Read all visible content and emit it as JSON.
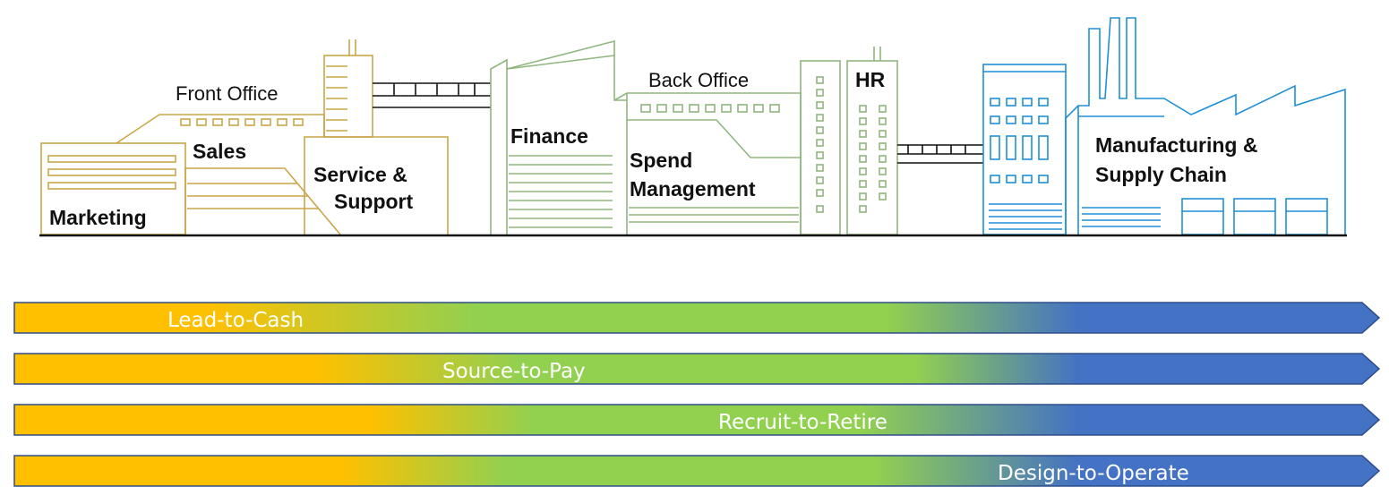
{
  "departments": {
    "front_office": "Front Office",
    "sales": "Sales",
    "marketing": "Marketing",
    "service_support_line1": "Service &",
    "service_support_line2": "Support",
    "back_office": "Back Office",
    "finance": "Finance",
    "spend_line1": "Spend",
    "spend_line2": "Management",
    "hr": "HR",
    "manufacturing_line1": "Manufacturing &",
    "manufacturing_line2": "Supply Chain"
  },
  "processes": [
    {
      "label": "Lead-to-Cash"
    },
    {
      "label": "Source-to-Pay"
    },
    {
      "label": "Recruit-to-Retire"
    },
    {
      "label": "Design-to-Operate"
    }
  ],
  "colors": {
    "front_office": "#c9a64a",
    "back_office": "#8fb67e",
    "manufacturing": "#1f8fd6",
    "arrow_orange": "#ffc000",
    "arrow_green": "#92d050",
    "arrow_blue": "#4472c4"
  }
}
